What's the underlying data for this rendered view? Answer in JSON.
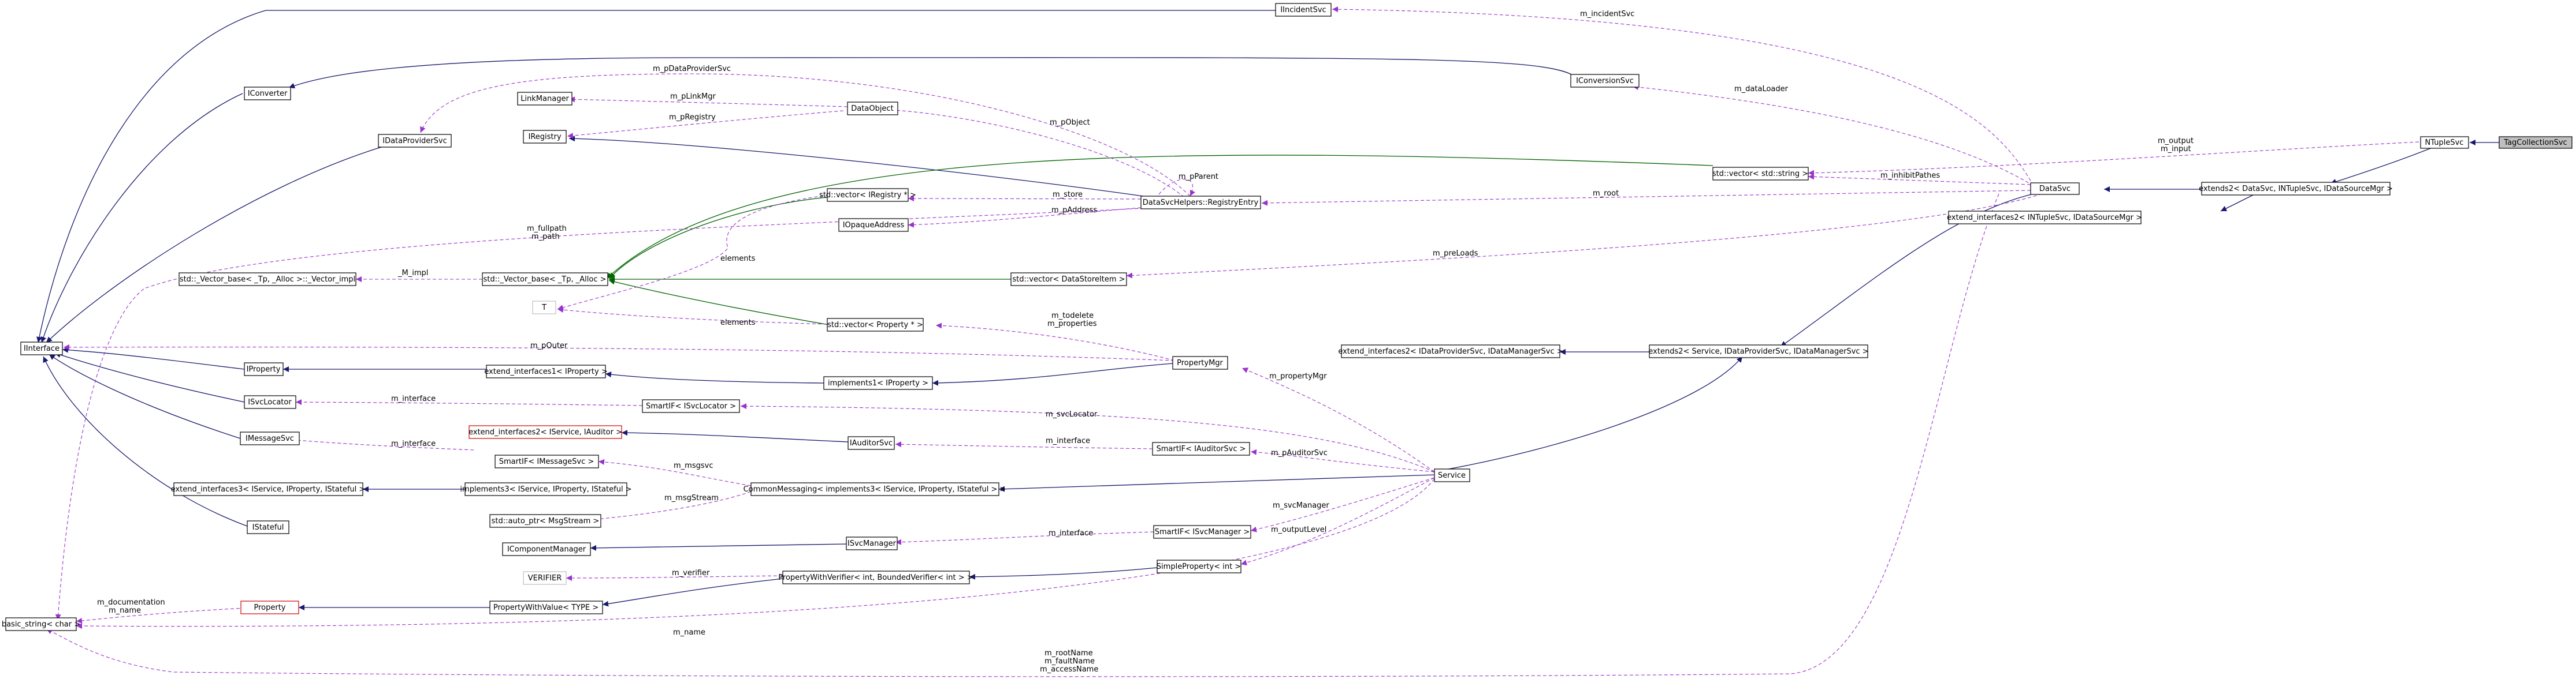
{
  "colors": {
    "inheritance": "#191970",
    "template": "#006400",
    "usage": "#9a32cd",
    "highlight": "#bfbfbf",
    "template_class_border": "#d00000"
  },
  "nodes": {
    "TagCollectionSvc": "TagCollectionSvc",
    "NTupleSvc": "NTupleSvc",
    "IIncidentSvc": "IIncidentSvc",
    "IConversionSvc": "IConversionSvc",
    "IConverter": "IConverter",
    "IDataProviderSvc": "IDataProviderSvc",
    "LinkManager": "LinkManager",
    "DataObject": "DataObject",
    "IRegistry": "IRegistry",
    "VectorString": "std::vector< std::string >",
    "DataSvc": "DataSvc",
    "ExtendsNTuple": "extends2< DataSvc, INTupleSvc, IDataSourceMgr >",
    "ExtendInterfacesNTuple": "extend_interfaces2< INTupleSvc, IDataSourceMgr >",
    "VectorIRegistry": "std::vector< IRegistry * >",
    "RegistryEntry": "DataSvcHelpers::RegistryEntry",
    "IOpaqueAddress": "IOpaqueAddress",
    "VectorImpl": "std::_Vector_base< _Tp, _Alloc >::_Vector_impl",
    "VectorBase": "std::_Vector_base< _Tp, _Alloc >",
    "VectorDataStoreItem": "std::vector< DataStoreItem >",
    "T": "T",
    "VectorProperty": "std::vector< Property * >",
    "IInterface": "IInterface",
    "IProperty": "IProperty",
    "ExtendInterfaces1": "extend_interfaces1< IProperty >",
    "Implements1": "implements1< IProperty >",
    "PropertyMgr": "PropertyMgr",
    "ExtendInterfacesProvider": "extend_interfaces2< IDataProviderSvc, IDataManagerSvc >",
    "ExtendsService": "extends2< Service, IDataProviderSvc, IDataManagerSvc >",
    "ISvcLocator": "ISvcLocator",
    "SmartIFSvcLocator": "SmartIF< ISvcLocator >",
    "ExtendInterfacesAuditor": "extend_interfaces2< IService, IAuditor >",
    "IMessageSvc": "IMessageSvc",
    "IAuditorSvc": "IAuditorSvc",
    "SmartIFAuditorSvc": "SmartIF< IAuditorSvc >",
    "SmartIFMessageSvc": "SmartIF< IMessageSvc >",
    "ExtendInterfaces3": "extend_interfaces3< IService, IProperty, IStateful >",
    "Implements3": "implements3< IService, IProperty, IStateful >",
    "CommonMessaging": "CommonMessaging< implements3< IService, IProperty, IStateful > >",
    "Service": "Service",
    "AutoPtrMsgStream": "std::auto_ptr< MsgStream >",
    "IStateful": "IStateful",
    "IComponentManager": "IComponentManager",
    "ISvcManager": "ISvcManager",
    "SmartIFSvcManager": "SmartIF< ISvcManager >",
    "VERIFIER": "VERIFIER",
    "PropertyWithVerifier": "PropertyWithVerifier< int, BoundedVerifier< int > >",
    "SimplePropertyInt": "SimpleProperty< int >",
    "Property": "Property",
    "PropertyWithValue": "PropertyWithValue< TYPE >",
    "BasicString": "basic_string< char >"
  },
  "edge_labels": {
    "m_incidentSvc": "m_incidentSvc",
    "m_pDataProviderSvc": "m_pDataProviderSvc",
    "m_dataLoader": "m_dataLoader",
    "m_pLinkMgr": "m_pLinkMgr",
    "m_pRegistry": "m_pRegistry",
    "m_pObject": "m_pObject",
    "m_pParent": "m_pParent",
    "m_output": "m_output",
    "m_input": "m_input",
    "m_inhibitPathes": "m_inhibitPathes",
    "m_store": "m_store",
    "m_root": "m_root",
    "m_pAddress": "m_pAddress",
    "m_fullpath": "m_fullpath",
    "m_path": "m_path",
    "elements_a": "elements",
    "M_impl": "_M_impl",
    "m_preLoads": "m_preLoads",
    "elements_b": "elements",
    "m_todelete": "m_todelete",
    "m_properties": "m_properties",
    "m_pOuter": "m_pOuter",
    "m_propertyMgr": "m_propertyMgr",
    "m_interface_a": "m_interface",
    "m_svcLocator": "m_svcLocator",
    "m_interface_b": "m_interface",
    "m_interface_c": "m_interface",
    "m_pAuditorSvc": "m_pAuditorSvc",
    "m_msgsvc": "m_msgsvc",
    "m_msgStream": "m_msgStream",
    "m_svcManager": "m_svcManager",
    "m_interface_d": "m_interface",
    "m_outputLevel": "m_outputLevel",
    "m_verifier": "m_verifier",
    "m_documentation": "m_documentation",
    "m_name_a": "m_name",
    "m_name_b": "m_name",
    "m_rootName": "m_rootName",
    "m_faultName": "m_faultName",
    "m_accessName": "m_accessName"
  }
}
